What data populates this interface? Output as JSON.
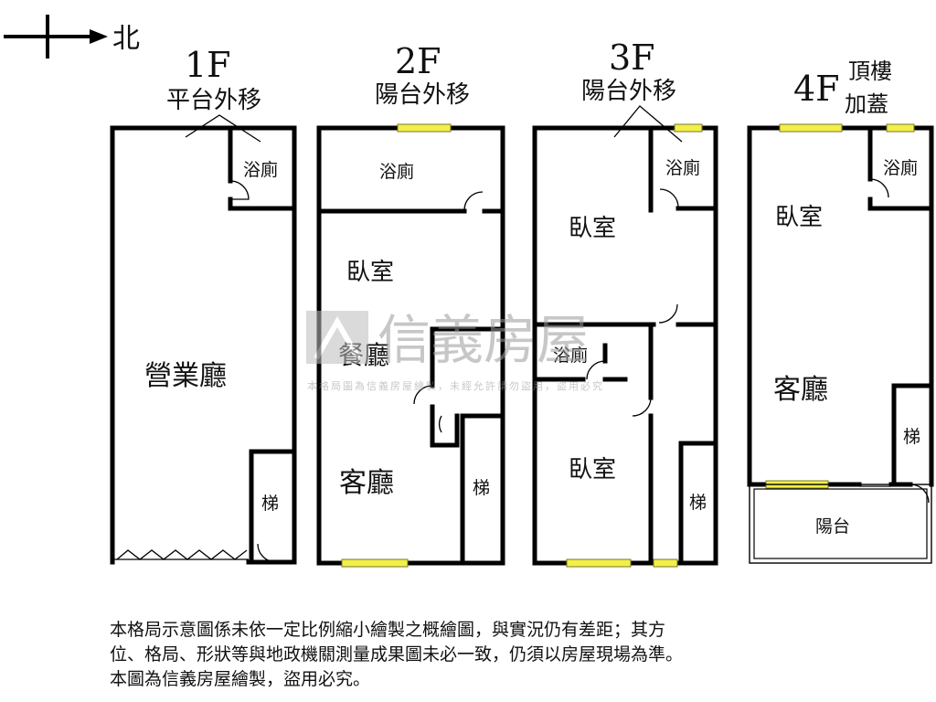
{
  "compass": {
    "label": "北"
  },
  "floors": [
    {
      "id": "1F",
      "title": "1F",
      "subtitle": "平台外移",
      "rooms": {
        "bath": "浴廁",
        "business_hall": "營業廳",
        "stairs": "梯"
      }
    },
    {
      "id": "2F",
      "title": "2F",
      "subtitle": "陽台外移",
      "rooms": {
        "bath": "浴廁",
        "bedroom": "臥室",
        "dining": "餐廳",
        "living": "客廳",
        "stairs": "梯"
      }
    },
    {
      "id": "3F",
      "title": "3F",
      "subtitle": "陽台外移",
      "rooms": {
        "bath_top": "浴廁",
        "bedroom_top": "臥室",
        "bath_mid": "浴廁",
        "bedroom_bottom": "臥室",
        "stairs": "梯"
      }
    },
    {
      "id": "4F",
      "title": "4F",
      "subtitle_line1": "頂樓",
      "subtitle_line2": "加蓋",
      "rooms": {
        "bath": "浴廁",
        "bedroom": "臥室",
        "living": "客廳",
        "stairs": "梯",
        "balcony": "陽台"
      }
    }
  ],
  "watermark": {
    "brand": "信義房屋",
    "notice": "本格局圖為信義房屋繪製，未經允許請勿盜用，盜用必究"
  },
  "disclaimer": {
    "line1": "本格局示意圖係未依一定比例縮小繪製之概繪圖，與實況仍有差距；其方",
    "line2": "位、格局、形狀等與地政機關測量成果圖未必一致，仍須以房屋現場為準。",
    "line3": "本圖為信義房屋繪製，盜用必究。"
  },
  "colors": {
    "wall": "#000000",
    "window": "#f2ef4a",
    "watermark": "#9a9a9a"
  }
}
